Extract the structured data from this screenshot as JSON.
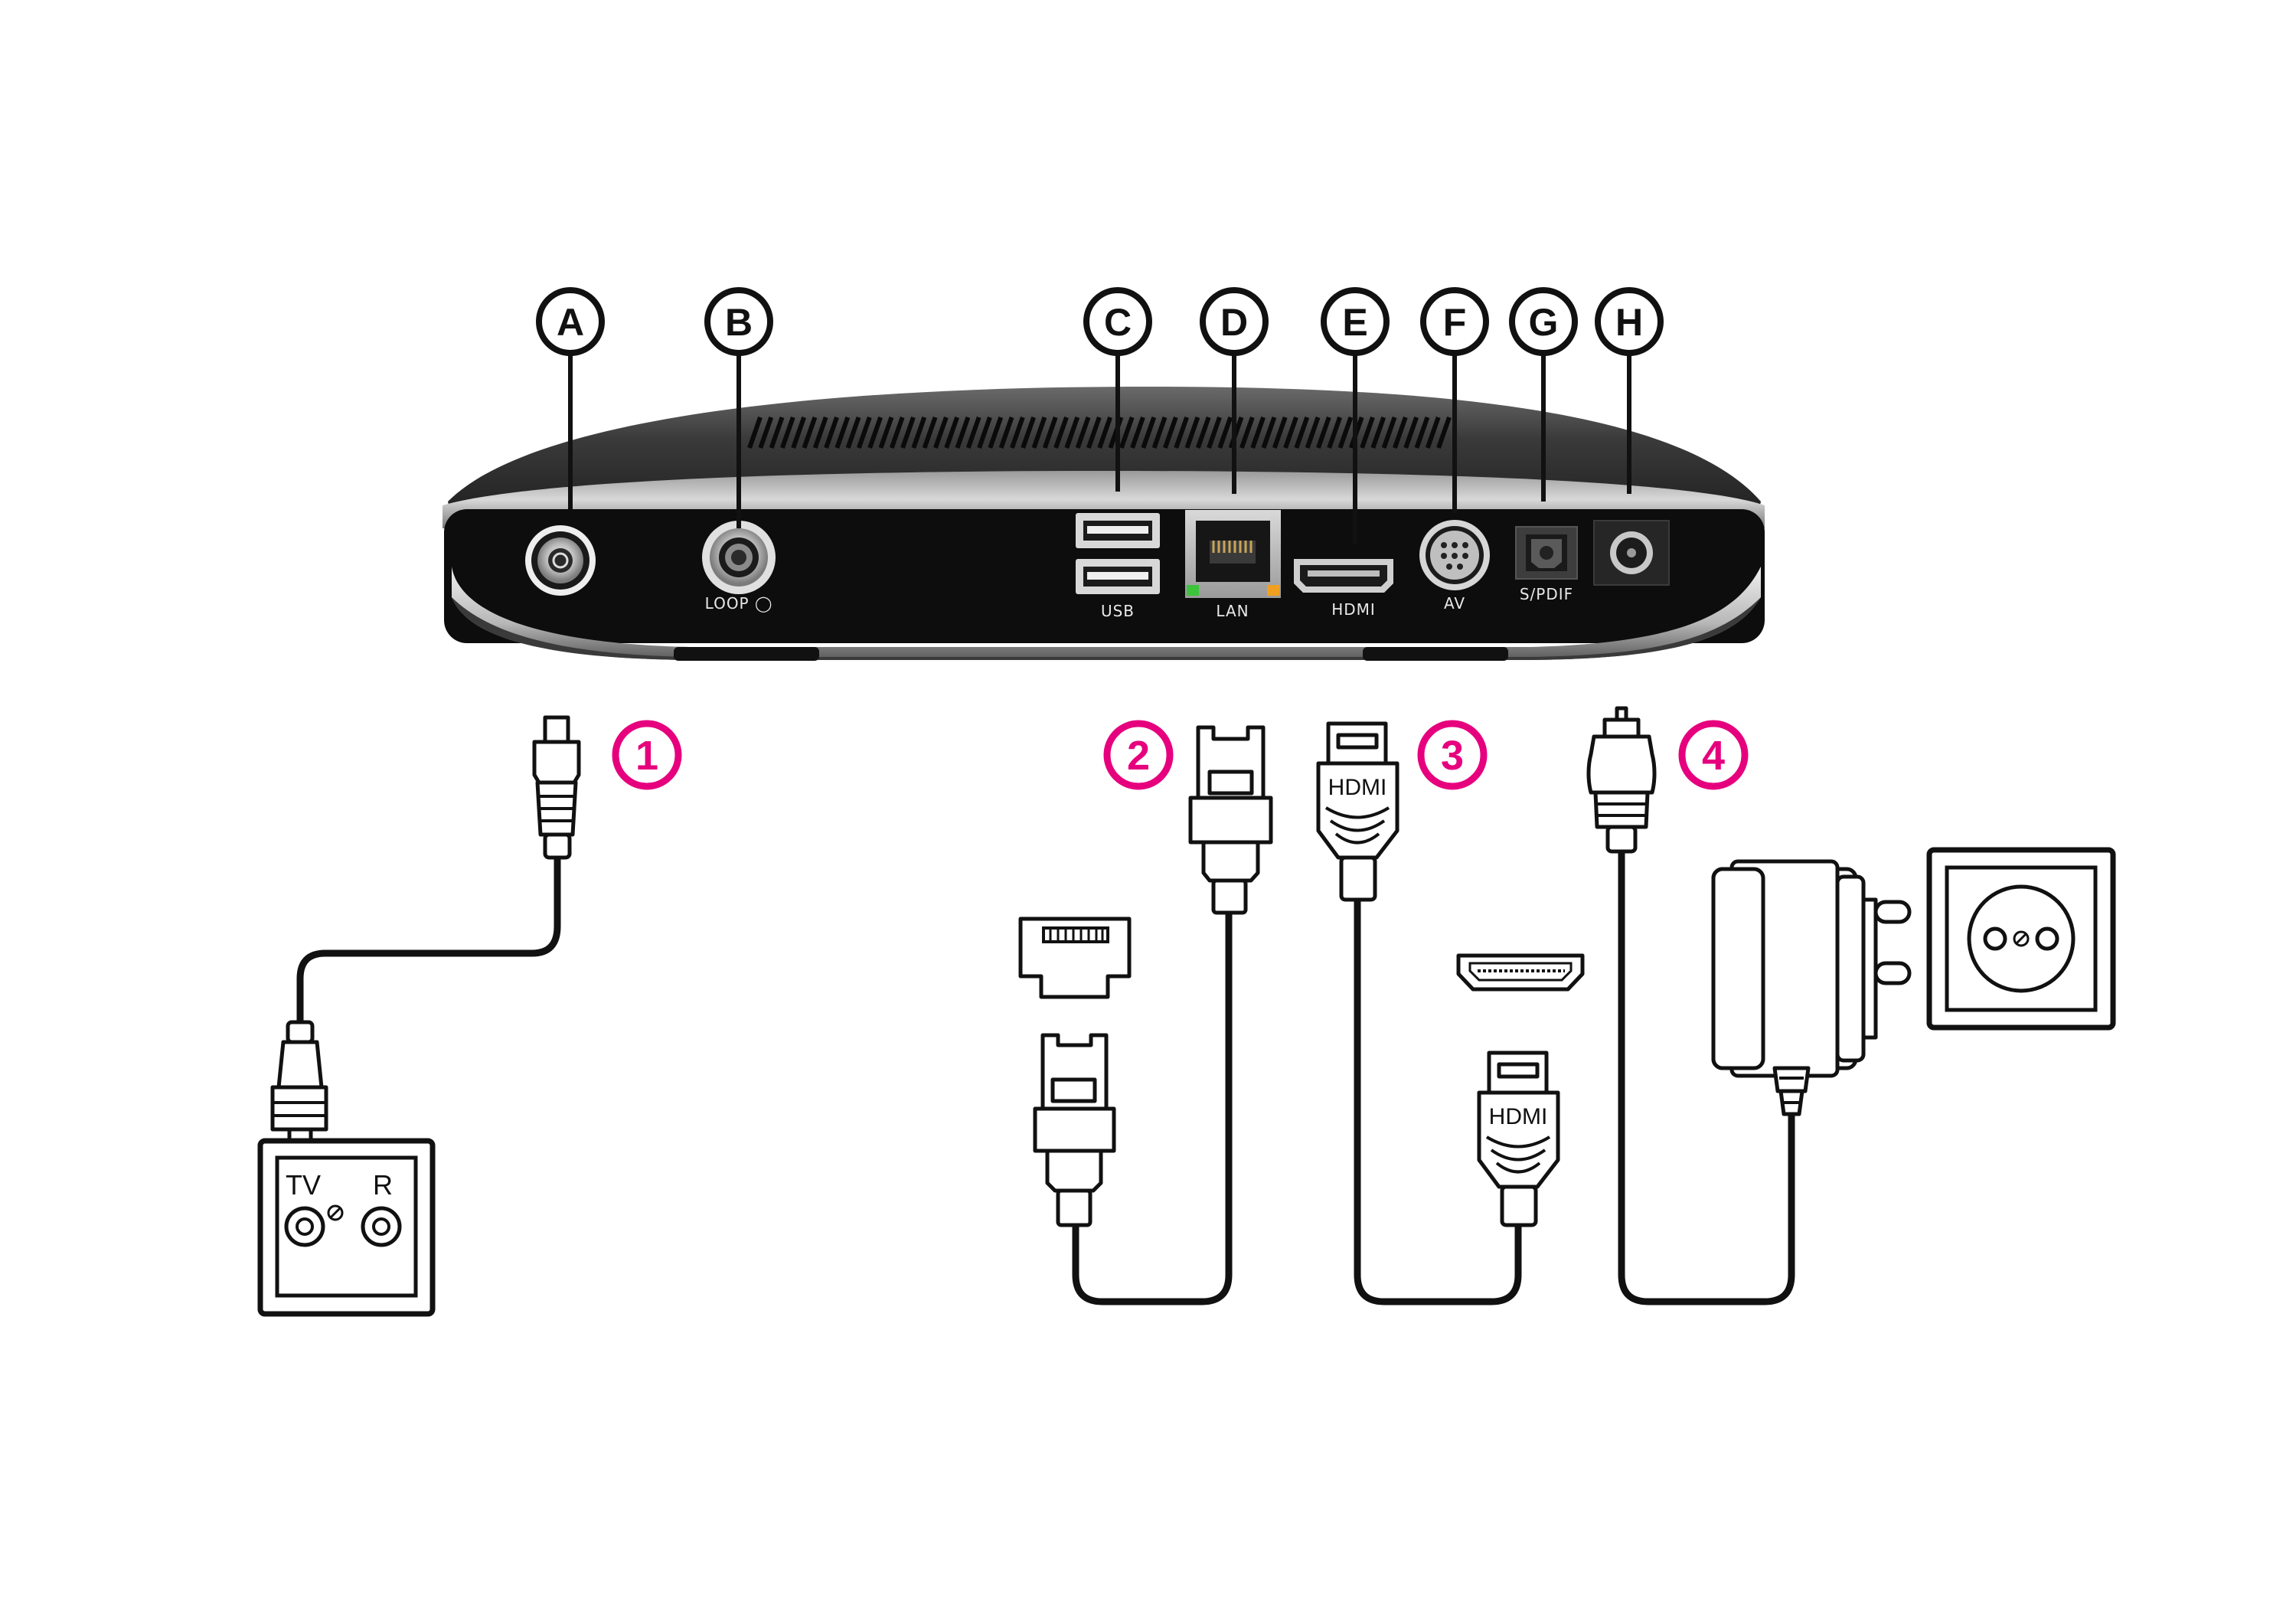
{
  "device_ports": [
    {
      "letter": "A",
      "caption": ""
    },
    {
      "letter": "B",
      "caption": "LOOP ◯"
    },
    {
      "letter": "C",
      "caption": "USB"
    },
    {
      "letter": "D",
      "caption": "LAN"
    },
    {
      "letter": "E",
      "caption": "HDMI"
    },
    {
      "letter": "F",
      "caption": "AV"
    },
    {
      "letter": "G",
      "caption": "S/PDIF"
    },
    {
      "letter": "H",
      "caption": ""
    }
  ],
  "steps": [
    "1",
    "2",
    "3",
    "4"
  ],
  "antenna_socket": {
    "tv_label": "TV",
    "radio_label": "R"
  },
  "hdmi_plug_label": "HDMI",
  "colors": {
    "step_accent": "#e6007e",
    "device_body": "#151515",
    "line": "#111111"
  }
}
